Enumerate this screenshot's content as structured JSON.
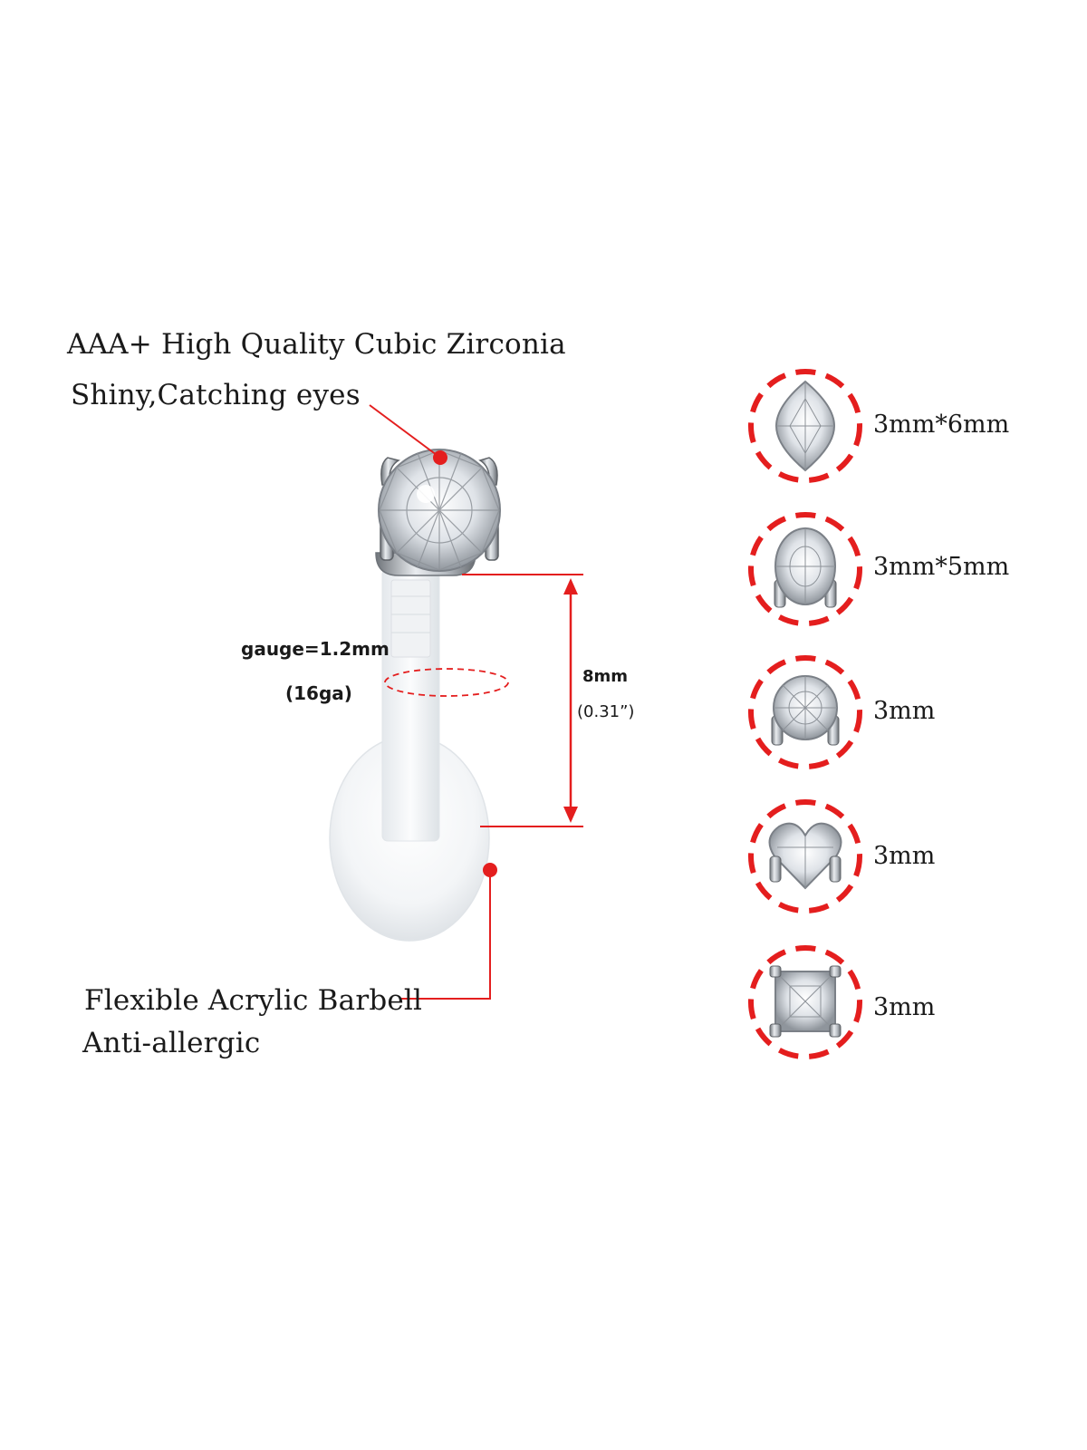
{
  "callouts": {
    "stone_title": "AAA+ High Quality Cubic Zirconia",
    "stone_subtitle": "Shiny,Catching eyes",
    "gauge_label": "gauge=1.2mm",
    "gauge_sub": "(16ga)",
    "length_label": "8mm",
    "length_sub": "(0.31”)",
    "barbell_title": "Flexible Acrylic Barbell",
    "barbell_subtitle": "Anti-allergic"
  },
  "variants": [
    {
      "shape": "marquise",
      "size": "3mm*6mm"
    },
    {
      "shape": "oval",
      "size": "3mm*5mm"
    },
    {
      "shape": "round",
      "size": "3mm"
    },
    {
      "shape": "heart",
      "size": "3mm"
    },
    {
      "shape": "square",
      "size": "3mm"
    }
  ],
  "colors": {
    "accent_red": "#e41e1e",
    "text": "#1a1a1a",
    "metal": "#9a9ea4",
    "acrylic": "#eef1f4"
  }
}
